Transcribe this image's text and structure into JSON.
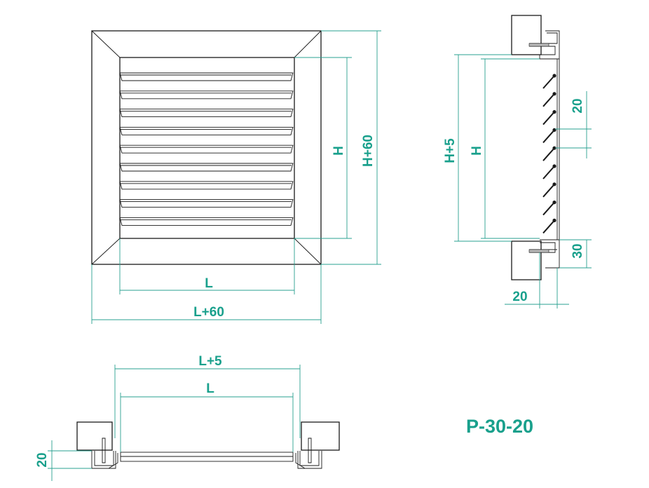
{
  "front_view": {
    "dim_L": "L",
    "dim_L60": "L+60",
    "dim_H": "H",
    "dim_H60": "H+60"
  },
  "side_view": {
    "dim_H5": "H+5",
    "dim_H": "H",
    "dim_20_pitch": "20",
    "dim_30": "30",
    "dim_20_depth": "20"
  },
  "top_view": {
    "dim_L5": "L+5",
    "dim_L": "L",
    "dim_20": "20"
  },
  "model_code": "P-30-20",
  "colors": {
    "dimension": "#19a08c",
    "outline": "#1a1a1a"
  }
}
